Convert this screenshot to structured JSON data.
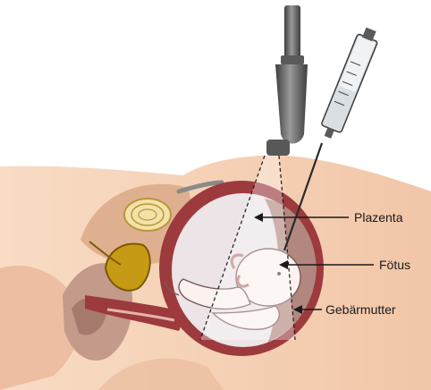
{
  "labels": {
    "placenta": "Plazenta",
    "fetus": "Fötus",
    "uterus": "Gebärmutter"
  },
  "colors": {
    "skin": "#f6d2b6",
    "skin_shadow": "#e9b899",
    "uterus_wall": "#9c3a3e",
    "amniotic": "#ece4e6",
    "placenta": "#b2877f",
    "fetus": "#fbf1ee",
    "probe": "#6d6d6d",
    "bladder": "#c79a16"
  },
  "icons": [
    "ultrasound-probe-icon",
    "syringe-needle-icon"
  ]
}
